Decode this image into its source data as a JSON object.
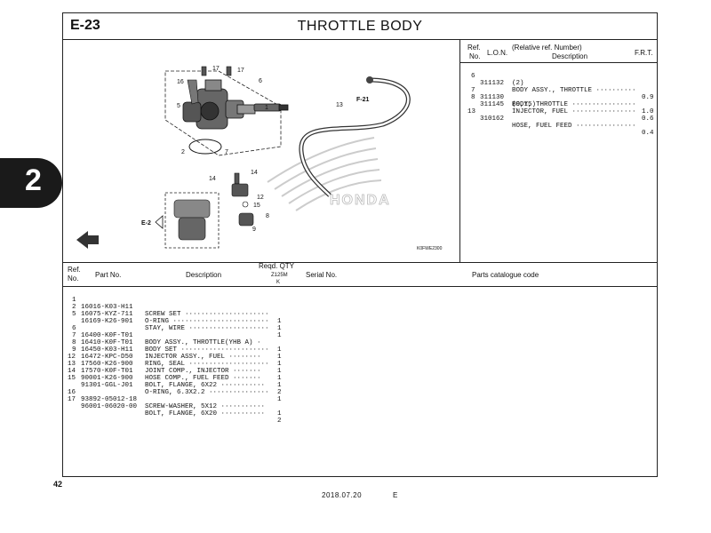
{
  "header": {
    "code": "E-23",
    "title": "THROTTLE BODY"
  },
  "side_tab": {
    "label": "2"
  },
  "page": {
    "number": "42",
    "date": "2018.07.20",
    "edition": "E"
  },
  "diagram": {
    "callouts": [
      "17",
      "17",
      "16",
      "6",
      "5",
      "1",
      "7",
      "2",
      "13",
      "F-21",
      "14",
      "14",
      "12",
      "15",
      "8",
      "9",
      "E-2"
    ],
    "watermark": "HONDA",
    "figure_code": "K0FWE2300"
  },
  "ref_table": {
    "headers": {
      "ref": "Ref.",
      "no": "No.",
      "lon": "L.O.N.",
      "relative": "(Relative ref. Number)",
      "description": "Description",
      "frt": "F.R.T."
    },
    "rows": [
      {
        "ref": "6",
        "lon": "",
        "desc": "(2)",
        "frt": ""
      },
      {
        "ref": "",
        "lon": "311132",
        "desc": "BODY ASSY., THROTTLE ··········",
        "frt": "0.9"
      },
      {
        "ref": "7",
        "lon": "311130",
        "desc": "BODY, THROTTLE ················",
        "frt": "1.0"
      },
      {
        "ref": "8",
        "lon": "",
        "desc": "(9,15)",
        "frt": ""
      },
      {
        "ref": "",
        "lon": "311145",
        "desc": "INJECTOR, FUEL ················",
        "frt": "0.6"
      },
      {
        "ref": "13",
        "lon": "310162",
        "desc": "HOSE, FUEL FEED ···············",
        "frt": "0.4"
      }
    ]
  },
  "parts_table": {
    "headers": {
      "ref": "Ref.",
      "no": "No.",
      "part_no": "Part No.",
      "description": "Description",
      "reqd_qty": "Reqd. QTY",
      "model": "Z125M",
      "model_sub": "K",
      "serial": "Serial No.",
      "catalogue": "Parts catalogue code"
    },
    "rows": [
      {
        "ref": "1",
        "part": "16016-K03-H11",
        "desc": "SCREW SET ·····················",
        "qty": "1"
      },
      {
        "ref": "2",
        "part": "16075-KYZ-711",
        "desc": "O-RING ························",
        "qty": "1"
      },
      {
        "ref": "5",
        "part": "16169-K26-901",
        "desc": "STAY, WIRE ····················",
        "qty": "1"
      },
      {
        "ref": "6",
        "part": "16400-K0F-T01",
        "desc": "BODY ASSY., THROTTLE(YHB A) ·",
        "qty": "1"
      },
      {
        "ref": "7",
        "part": "16410-K0F-T01",
        "desc": "BODY SET ······················",
        "qty": "1"
      },
      {
        "ref": "8",
        "part": "16450-K03-H11",
        "desc": "INJECTOR ASSY., FUEL ········",
        "qty": "1"
      },
      {
        "ref": "9",
        "part": "16472-KPC-D50",
        "desc": "RING, SEAL ····················",
        "qty": "1"
      },
      {
        "ref": "12",
        "part": "17560-K26-900",
        "desc": "JOINT COMP., INJECTOR ·······",
        "qty": "1"
      },
      {
        "ref": "13",
        "part": "17570-K0F-T01",
        "desc": "HOSE COMP., FUEL FEED ·······",
        "qty": "1"
      },
      {
        "ref": "14",
        "part": "90001-K26-900",
        "desc": "BOLT, FLANGE, 6X22 ···········",
        "qty": "2"
      },
      {
        "ref": "15",
        "part": "91301-GGL-J01",
        "desc": "O-RING, 6.3X2.2 ···············",
        "qty": "1"
      },
      {
        "ref": "16",
        "part": "93892-05012-18",
        "desc": "SCREW-WASHER, 5X12 ···········",
        "qty": "1"
      },
      {
        "ref": "17",
        "part": "96001-06020-00",
        "desc": "BOLT, FLANGE, 6X20 ···········",
        "qty": "2"
      }
    ]
  }
}
